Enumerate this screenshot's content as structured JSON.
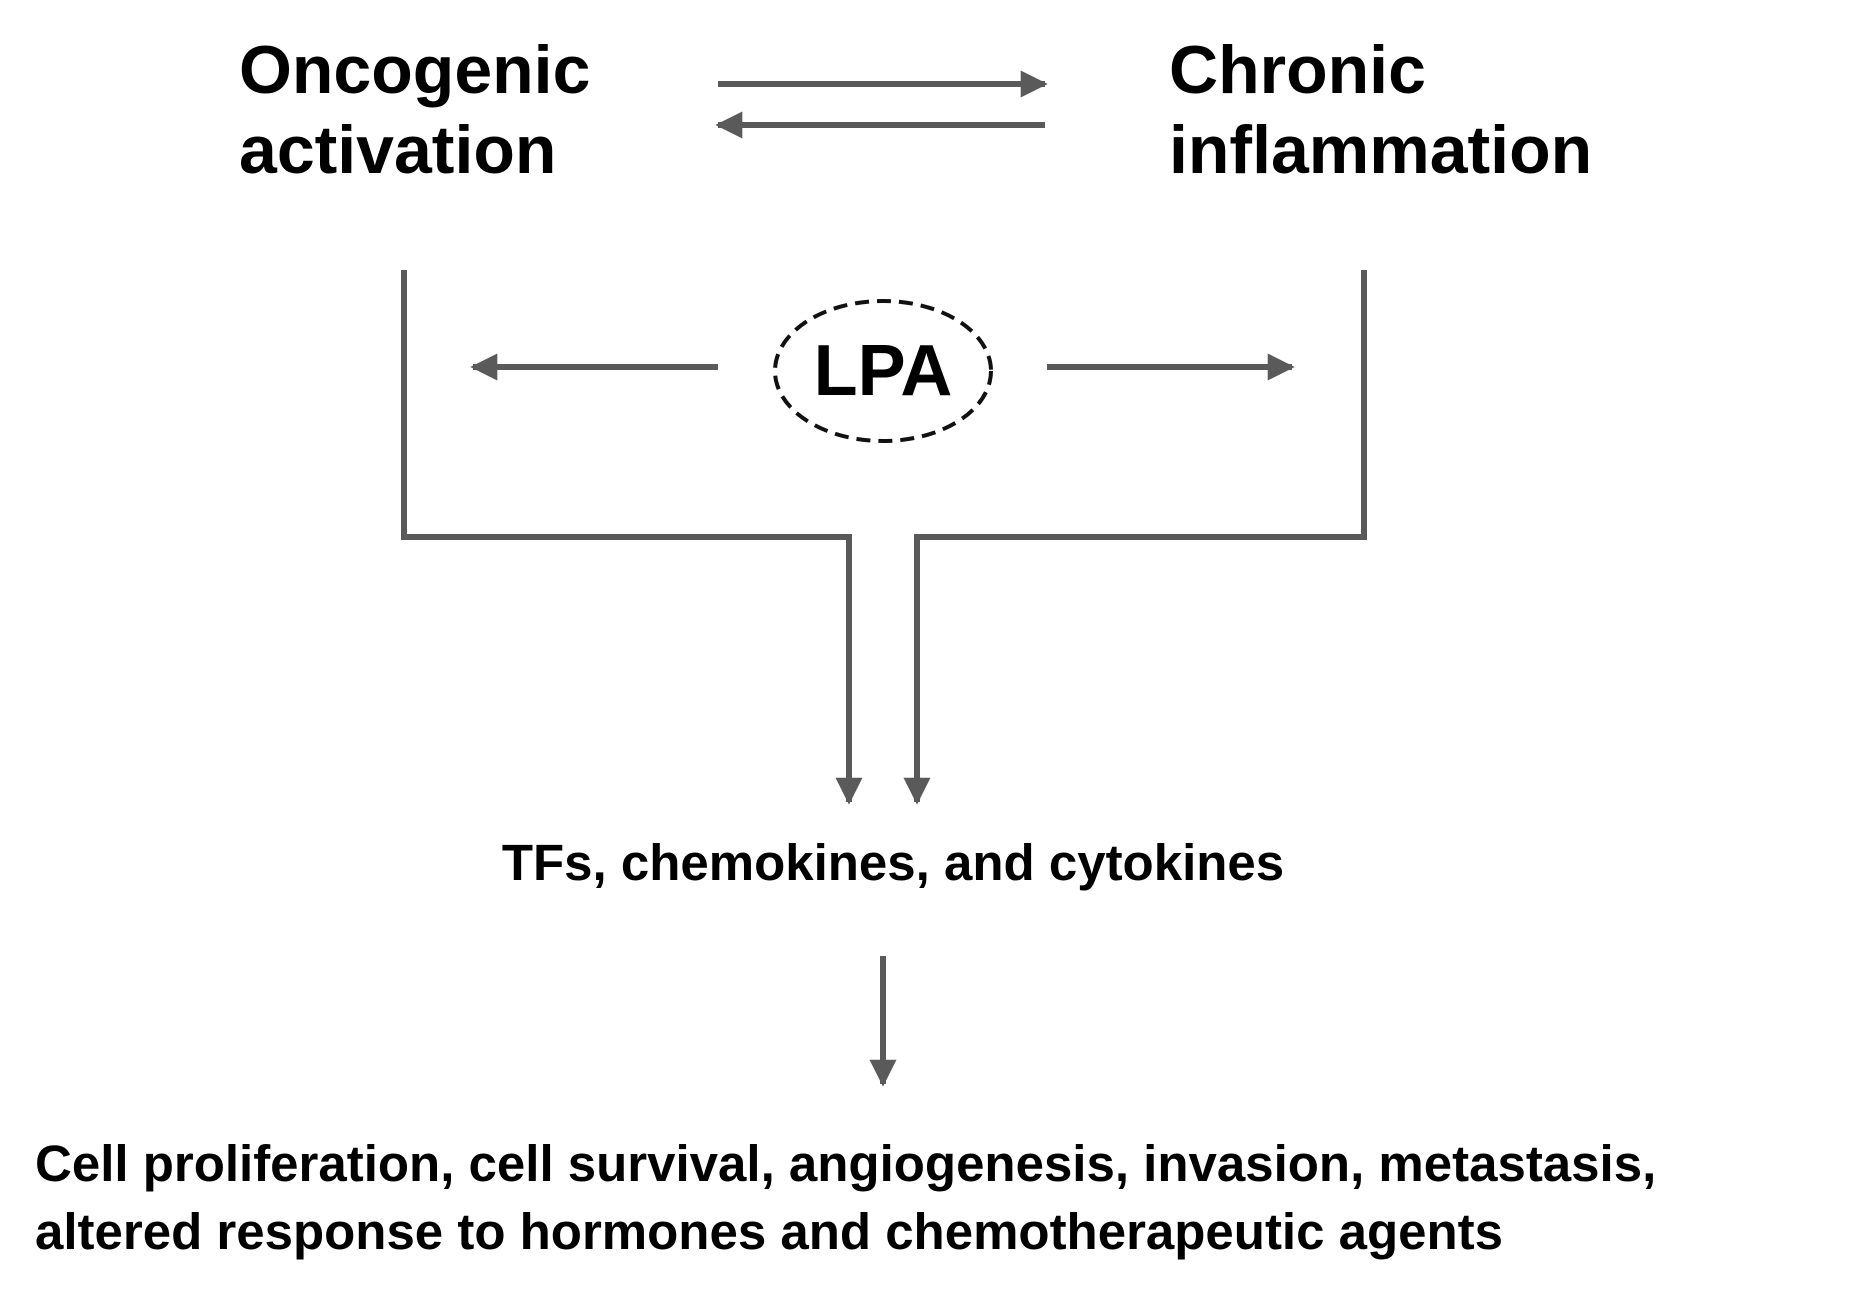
{
  "nodes": {
    "oncogenic": {
      "line1": "Oncogenic",
      "line2": "activation"
    },
    "chronic": {
      "line1": "Chronic",
      "line2": "inflammation"
    },
    "lpa": {
      "label": "LPA"
    },
    "tfs": {
      "label": "TFs, chemokines, and cytokines"
    },
    "outcomes": {
      "line1": "Cell proliferation, cell survival, angiogenesis, invasion, metastasis,",
      "line2": "altered response to hormones and chemotherapeutic agents"
    }
  },
  "edges": [
    {
      "from": "oncogenic",
      "to": "chronic"
    },
    {
      "from": "chronic",
      "to": "oncogenic"
    },
    {
      "from": "lpa",
      "to": "oncogenic"
    },
    {
      "from": "lpa",
      "to": "chronic"
    },
    {
      "from": "oncogenic",
      "to": "tfs"
    },
    {
      "from": "chronic",
      "to": "tfs"
    },
    {
      "from": "tfs",
      "to": "outcomes"
    }
  ],
  "colors": {
    "arrow": "#5a5a5a",
    "text": "#000000",
    "background": "#ffffff"
  }
}
